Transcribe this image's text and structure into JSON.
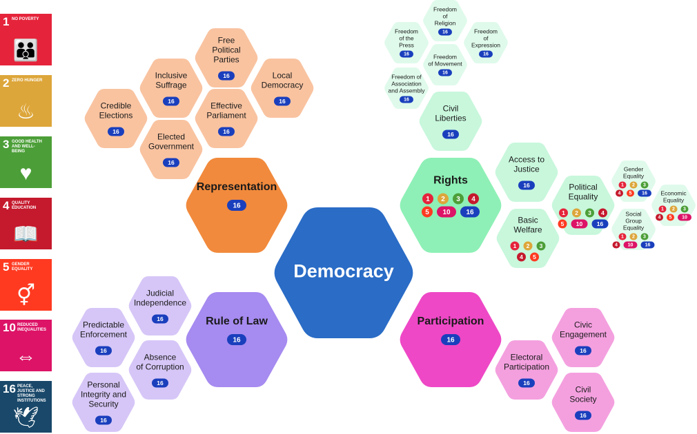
{
  "colors": {
    "democracy": "#2a6cc6",
    "representation": "#f18a3c",
    "representation_sub": "#f9c3a0",
    "rights": "#8ef0b6",
    "rights_sub": "#c8f7dc",
    "rights_sub2": "#dffaeb",
    "rule_of_law": "#a68bf0",
    "rule_of_law_sub": "#d6c6f7",
    "participation": "#ee48c6",
    "participation_sub": "#f4a0df",
    "badge16": "#1a3fbd"
  },
  "sdg_tiles": [
    {
      "num": "1",
      "title": "No Poverty",
      "color": "#e5243b",
      "icon": "family-icon",
      "glyph": "👪"
    },
    {
      "num": "2",
      "title": "Zero Hunger",
      "color": "#dda63a",
      "icon": "bowl-icon",
      "glyph": "♨"
    },
    {
      "num": "3",
      "title": "Good Health and Well-Being",
      "color": "#4c9f38",
      "icon": "heartbeat-icon",
      "glyph": "♥"
    },
    {
      "num": "4",
      "title": "Quality Education",
      "color": "#c5192d",
      "icon": "book-icon",
      "glyph": "📖"
    },
    {
      "num": "5",
      "title": "Gender Equality",
      "color": "#ff3a21",
      "icon": "gender-icon",
      "glyph": "⚥"
    },
    {
      "num": "10",
      "title": "Reduced Inequalities",
      "color": "#dd1367",
      "icon": "equality-icon",
      "glyph": "⇔"
    },
    {
      "num": "16",
      "title": "Peace, Justice and Strong Institutions",
      "color": "#19486a",
      "icon": "dove-icon",
      "glyph": "🕊"
    }
  ],
  "badge_colors": {
    "1": "#e5243b",
    "2": "#dda63a",
    "3": "#4c9f38",
    "4": "#c5192d",
    "5": "#ff3a21",
    "10": "#dd1367",
    "16": "#1a3fbd"
  },
  "nodes": [
    {
      "id": "democracy",
      "lines": [
        "Democracy"
      ],
      "badges": [],
      "cat": "democracy"
    },
    {
      "id": "representation",
      "lines": [
        "Representation"
      ],
      "badges": [
        [
          "16"
        ]
      ],
      "cat": "representation"
    },
    {
      "id": "rights",
      "lines": [
        "Rights"
      ],
      "badges": [
        [
          "1",
          "2",
          "3",
          "4"
        ],
        [
          "5",
          "10",
          "16"
        ]
      ],
      "cat": "rights"
    },
    {
      "id": "rule-of-law",
      "lines": [
        "Rule of Law"
      ],
      "badges": [
        [
          "16"
        ]
      ],
      "cat": "rule_of_law"
    },
    {
      "id": "participation",
      "lines": [
        "Participation"
      ],
      "badges": [
        [
          "16"
        ]
      ],
      "cat": "participation"
    },
    {
      "id": "credible-elections",
      "lines": [
        "Credible",
        "Elections"
      ],
      "badges": [
        [
          "16"
        ]
      ],
      "cat": "representation_sub"
    },
    {
      "id": "inclusive-suffrage",
      "lines": [
        "Inclusive",
        "Suffrage"
      ],
      "badges": [
        [
          "16"
        ]
      ],
      "cat": "representation_sub"
    },
    {
      "id": "free-political-parties",
      "lines": [
        "Free",
        "Political",
        "Parties"
      ],
      "badges": [
        [
          "16"
        ]
      ],
      "cat": "representation_sub"
    },
    {
      "id": "local-democracy",
      "lines": [
        "Local",
        "Democracy"
      ],
      "badges": [
        [
          "16"
        ]
      ],
      "cat": "representation_sub"
    },
    {
      "id": "effective-parliament",
      "lines": [
        "Effective",
        "Parliament"
      ],
      "badges": [
        [
          "16"
        ]
      ],
      "cat": "representation_sub"
    },
    {
      "id": "elected-government",
      "lines": [
        "Elected",
        "Government"
      ],
      "badges": [
        [
          "16"
        ]
      ],
      "cat": "representation_sub"
    },
    {
      "id": "freedom-of-religion",
      "lines": [
        "Freedom",
        "of",
        "Religion"
      ],
      "badges": [
        [
          "16"
        ]
      ],
      "cat": "rights_sub2"
    },
    {
      "id": "freedom-of-the-press",
      "lines": [
        "Freedom",
        "of the",
        "Press"
      ],
      "badges": [
        [
          "16"
        ]
      ],
      "cat": "rights_sub2"
    },
    {
      "id": "freedom-of-expression",
      "lines": [
        "Freedom",
        "of",
        "Expression"
      ],
      "badges": [
        [
          "16"
        ]
      ],
      "cat": "rights_sub2"
    },
    {
      "id": "freedom-of-movement",
      "lines": [
        "Freedom",
        "of Movement"
      ],
      "badges": [
        [
          "16"
        ]
      ],
      "cat": "rights_sub2"
    },
    {
      "id": "freedom-of-association",
      "lines": [
        "Freedom of",
        "Association",
        "and Assembly"
      ],
      "badges": [
        [
          "16"
        ]
      ],
      "cat": "rights_sub2"
    },
    {
      "id": "civil-liberties",
      "lines": [
        "Civil",
        "Liberties"
      ],
      "badges": [
        [
          "16"
        ]
      ],
      "cat": "rights_sub"
    },
    {
      "id": "access-to-justice",
      "lines": [
        "Access to",
        "Justice"
      ],
      "badges": [
        [
          "16"
        ]
      ],
      "cat": "rights_sub"
    },
    {
      "id": "political-equality",
      "lines": [
        "Political",
        "Equality"
      ],
      "badges": [
        [
          "1",
          "2",
          "3",
          "4"
        ],
        [
          "5",
          "10",
          "16"
        ]
      ],
      "cat": "rights_sub"
    },
    {
      "id": "basic-welfare",
      "lines": [
        "Basic",
        "Welfare"
      ],
      "badges": [
        [
          "1",
          "2",
          "3"
        ],
        [
          "4",
          "5"
        ]
      ],
      "cat": "rights_sub"
    },
    {
      "id": "gender-equality",
      "lines": [
        "Gender",
        "Equality"
      ],
      "badges": [
        [
          "1",
          "2",
          "3"
        ],
        [
          "4",
          "5",
          "16"
        ]
      ],
      "cat": "rights_sub2"
    },
    {
      "id": "economic-equality",
      "lines": [
        "Economic",
        "Equality"
      ],
      "badges": [
        [
          "1",
          "2",
          "3"
        ],
        [
          "4",
          "5",
          "10"
        ]
      ],
      "cat": "rights_sub2"
    },
    {
      "id": "social-group-equality",
      "lines": [
        "Social",
        "Group",
        "Equality"
      ],
      "badges": [
        [
          "1",
          "2",
          "3"
        ],
        [
          "4",
          "10",
          "16"
        ]
      ],
      "cat": "rights_sub2"
    },
    {
      "id": "judicial-independence",
      "lines": [
        "Judicial",
        "Independence"
      ],
      "badges": [
        [
          "16"
        ]
      ],
      "cat": "rule_of_law_sub"
    },
    {
      "id": "predictable-enforcement",
      "lines": [
        "Predictable",
        "Enforcement"
      ],
      "badges": [
        [
          "16"
        ]
      ],
      "cat": "rule_of_law_sub"
    },
    {
      "id": "absence-of-corruption",
      "lines": [
        "Absence",
        "of Corruption"
      ],
      "badges": [
        [
          "16"
        ]
      ],
      "cat": "rule_of_law_sub"
    },
    {
      "id": "personal-integrity",
      "lines": [
        "Personal",
        "Integrity and",
        "Security"
      ],
      "badges": [
        [
          "16"
        ]
      ],
      "cat": "rule_of_law_sub"
    },
    {
      "id": "civic-engagement",
      "lines": [
        "Civic",
        "Engagement"
      ],
      "badges": [
        [
          "16"
        ]
      ],
      "cat": "participation_sub"
    },
    {
      "id": "electoral-participation",
      "lines": [
        "Electoral",
        "Participation"
      ],
      "badges": [
        [
          "16"
        ]
      ],
      "cat": "participation_sub"
    },
    {
      "id": "civil-society",
      "lines": [
        "Civil",
        "Society"
      ],
      "badges": [
        [
          "16"
        ]
      ],
      "cat": "participation_sub"
    }
  ]
}
